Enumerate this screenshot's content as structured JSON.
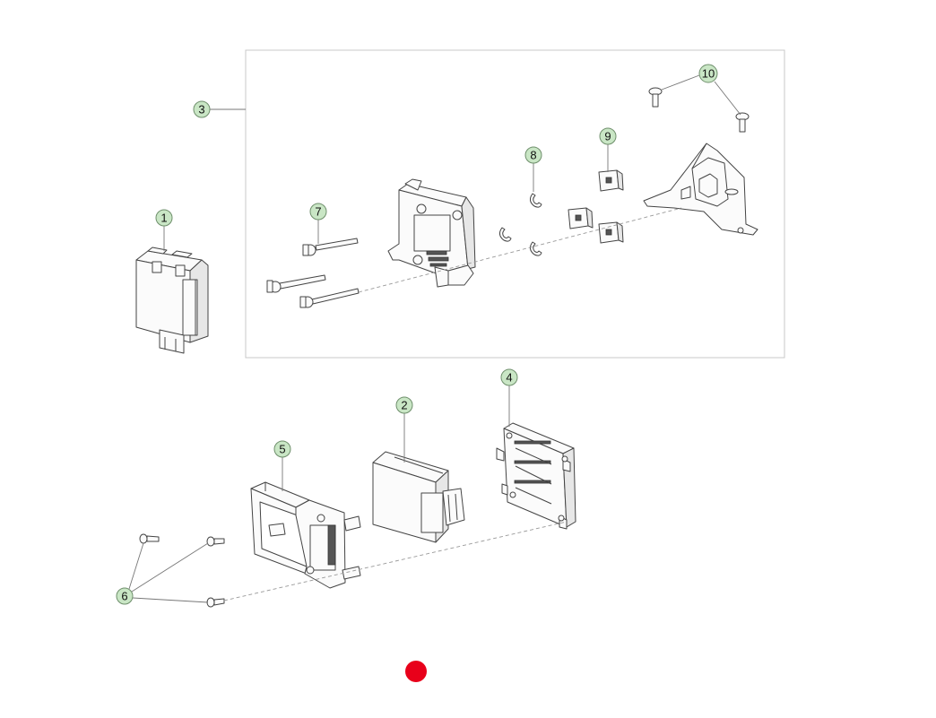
{
  "callouts": [
    {
      "id": "c1",
      "label": "1"
    },
    {
      "id": "c2",
      "label": "2"
    },
    {
      "id": "c3",
      "label": "3"
    },
    {
      "id": "c4",
      "label": "4"
    },
    {
      "id": "c5",
      "label": "5"
    },
    {
      "id": "c6",
      "label": "6"
    },
    {
      "id": "c7",
      "label": "7"
    },
    {
      "id": "c8",
      "label": "8"
    },
    {
      "id": "c9",
      "label": "9"
    },
    {
      "id": "c10",
      "label": "10"
    }
  ],
  "colors": {
    "callout_fill": "#c9e6c5",
    "record_dot": "#e8001a"
  },
  "icons": {
    "record": "record-dot-icon"
  }
}
